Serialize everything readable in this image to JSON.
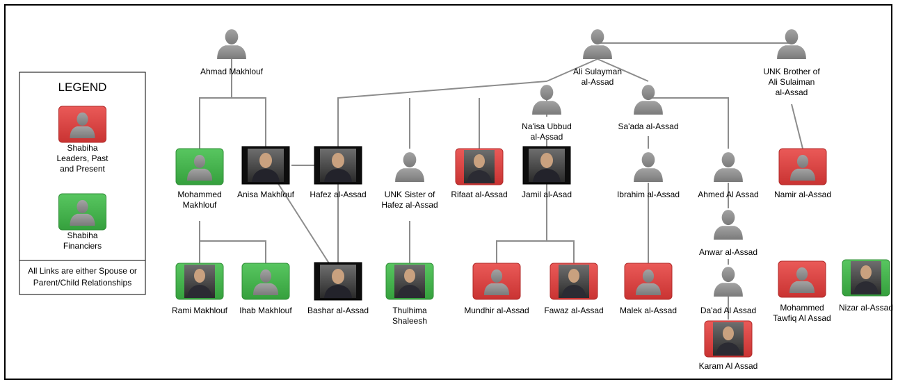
{
  "legend": {
    "title": "LEGEND",
    "items": [
      {
        "color": "red",
        "lines": [
          "Shabiha",
          "Leaders, Past",
          "and Present"
        ]
      },
      {
        "color": "green",
        "lines": [
          "Shabiha",
          "Financiers"
        ]
      }
    ],
    "note": [
      "All Links are either Spouse or",
      "Parent/Child Relationships"
    ]
  },
  "colors": {
    "red": "#d9403f",
    "green": "#41b24a",
    "grey": "#8c8c8c",
    "border": "#000000"
  },
  "nodes": [
    {
      "id": "ahmad_makhlouf",
      "kind": "plain",
      "lines": [
        "Ahmad Makhlouf"
      ]
    },
    {
      "id": "ali_sulayman",
      "kind": "plain",
      "lines": [
        "Ali Sulayman",
        "al-Assad"
      ]
    },
    {
      "id": "unk_brother_ali",
      "kind": "plain",
      "lines": [
        "UNK Brother of",
        "Ali Sulaiman",
        "al-Assad"
      ]
    },
    {
      "id": "naisa",
      "kind": "plain",
      "lines": [
        "Na'isa Ubbud",
        "al-Assad"
      ]
    },
    {
      "id": "saada",
      "kind": "plain",
      "lines": [
        "Sa'ada al-Assad"
      ]
    },
    {
      "id": "mohammed_makhlouf",
      "kind": "green",
      "lines": [
        "Mohammed",
        "Makhlouf"
      ]
    },
    {
      "id": "anisa",
      "kind": "photo",
      "lines": [
        "Anisa Makhlouf"
      ]
    },
    {
      "id": "hafez",
      "kind": "photo",
      "lines": [
        "Hafez al-Assad"
      ]
    },
    {
      "id": "unk_sister_hafez",
      "kind": "plain",
      "lines": [
        "UNK Sister of",
        "Hafez al-Assad"
      ]
    },
    {
      "id": "rifaat",
      "kind": "red-photo",
      "lines": [
        "Rifaat al-Assad"
      ]
    },
    {
      "id": "jamil",
      "kind": "photo",
      "lines": [
        "Jamil al-Asad"
      ]
    },
    {
      "id": "ibrahim",
      "kind": "plain",
      "lines": [
        "Ibrahim al-Assad"
      ]
    },
    {
      "id": "ahmed",
      "kind": "plain",
      "lines": [
        "Ahmed Al Assad"
      ]
    },
    {
      "id": "namir",
      "kind": "red",
      "lines": [
        "Namir al-Assad"
      ]
    },
    {
      "id": "anwar",
      "kind": "plain",
      "lines": [
        "Anwar al-Assad"
      ]
    },
    {
      "id": "rami",
      "kind": "green-photo",
      "lines": [
        "Rami Makhlouf"
      ]
    },
    {
      "id": "ihab",
      "kind": "green",
      "lines": [
        "Ihab Makhlouf"
      ]
    },
    {
      "id": "bashar",
      "kind": "photo",
      "lines": [
        "Bashar al-Assad"
      ]
    },
    {
      "id": "thulhima",
      "kind": "green-photo",
      "lines": [
        "Thulhima",
        "Shaleesh"
      ]
    },
    {
      "id": "mundhir",
      "kind": "red",
      "lines": [
        "Mundhir al-Assad"
      ]
    },
    {
      "id": "fawaz",
      "kind": "red-photo",
      "lines": [
        "Fawaz al-Assad"
      ]
    },
    {
      "id": "malek",
      "kind": "red",
      "lines": [
        "Malek al-Assad"
      ]
    },
    {
      "id": "daad",
      "kind": "plain",
      "lines": [
        "Da'ad Al Assad"
      ]
    },
    {
      "id": "mohammed_tawfiq",
      "kind": "red",
      "lines": [
        "Mohammed",
        "Tawfiq Al Assad"
      ]
    },
    {
      "id": "nizar",
      "kind": "green-photo",
      "lines": [
        "Nizar al-Assad"
      ]
    },
    {
      "id": "karam",
      "kind": "red-photo",
      "lines": [
        "Karam Al Assad"
      ]
    }
  ]
}
